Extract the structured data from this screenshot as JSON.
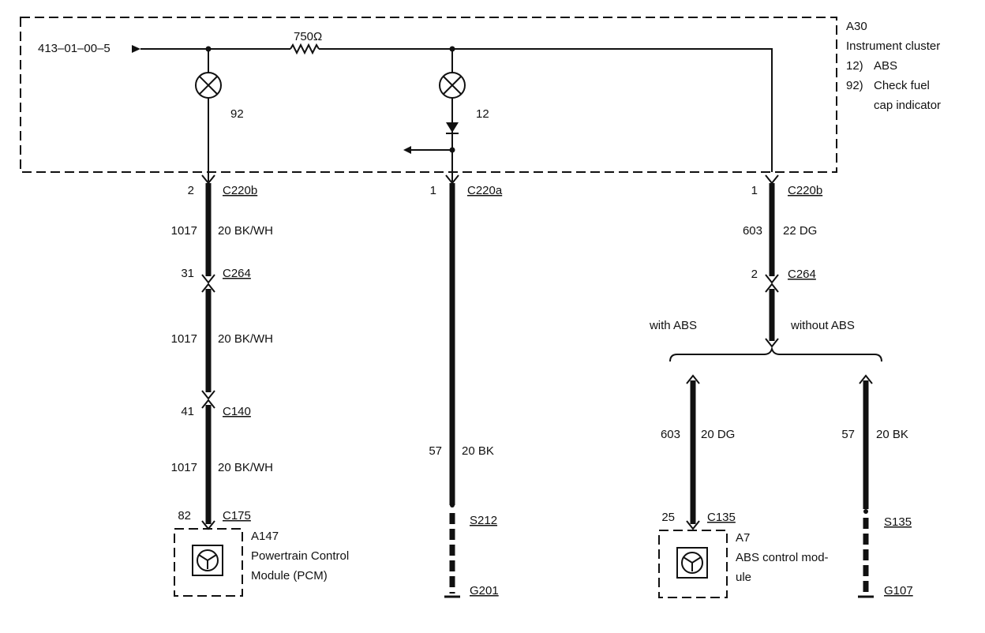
{
  "cluster": {
    "ref": "A30",
    "name": "Instrument cluster",
    "legend": [
      {
        "num": "12)",
        "text": "ABS"
      },
      {
        "num": "92)",
        "text": "Check fuel"
      },
      {
        "num": "",
        "text": "cap indicator"
      }
    ],
    "input_ref": "413–01–00–5",
    "resistor": "750Ω",
    "lamp_left": "92",
    "lamp_mid": "12"
  },
  "left": {
    "pin1": "2",
    "conn1": "C220b",
    "circ1": "1017",
    "wire1": "20 BK/WH",
    "pin2": "31",
    "conn2": "C264",
    "circ2": "1017",
    "wire2": "20 BK/WH",
    "pin3": "41",
    "conn3": "C140",
    "circ3": "1017",
    "wire3": "20 BK/WH",
    "pin4": "82",
    "conn4": "C175",
    "module_ref": "A147",
    "module_line1": "Powertrain Control",
    "module_line2": "Module (PCM)"
  },
  "middle": {
    "pin1": "1",
    "conn1": "C220a",
    "circ": "57",
    "wire": "20 BK",
    "splice": "S212",
    "ground": "G201"
  },
  "right": {
    "pin1": "1",
    "conn1": "C220b",
    "circ1": "603",
    "wire1": "22 DG",
    "pin2": "2",
    "conn2": "C264",
    "with": "with ABS",
    "without": "without ABS",
    "abs_circ": "603",
    "abs_wire": "20 DG",
    "abs_pin": "25",
    "abs_conn": "C135",
    "abs_ref": "A7",
    "abs_line1": "ABS control mod-",
    "abs_line2": "ule",
    "noabs_circ": "57",
    "noabs_wire": "20 BK",
    "noabs_splice": "S135",
    "noabs_ground": "G107"
  }
}
